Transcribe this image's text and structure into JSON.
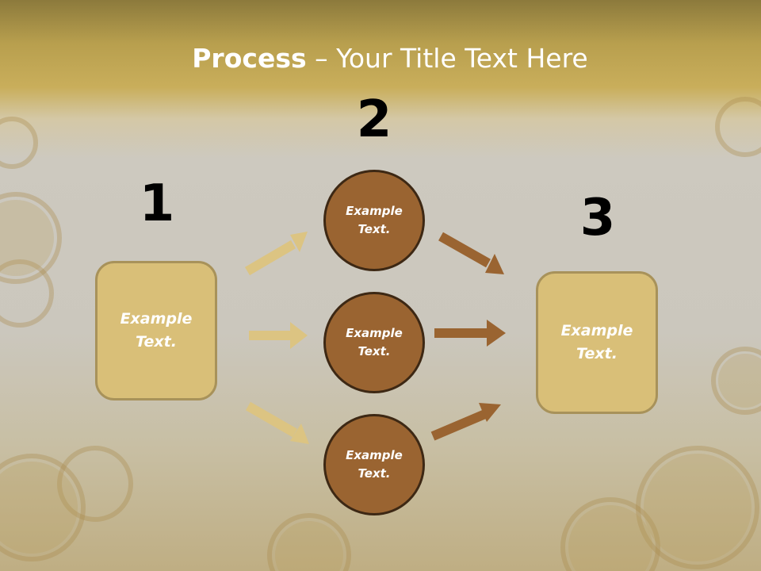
{
  "slide": {
    "title_bold": "Process",
    "title_rest": " – Your Title Text Here"
  },
  "steps": {
    "step1_number": "1",
    "step2_number": "2",
    "step3_number": "3"
  },
  "boxes": {
    "left_text": "Example Text.",
    "right_text": "Example Text."
  },
  "circles": [
    {
      "text": "Example Text."
    },
    {
      "text": "Example Text."
    },
    {
      "text": "Example Text."
    }
  ],
  "colors": {
    "box_fill": "#d9bf78",
    "circle_fill": "#9a6431",
    "left_arrow": "#dcc482",
    "right_arrow": "#9a6431"
  }
}
